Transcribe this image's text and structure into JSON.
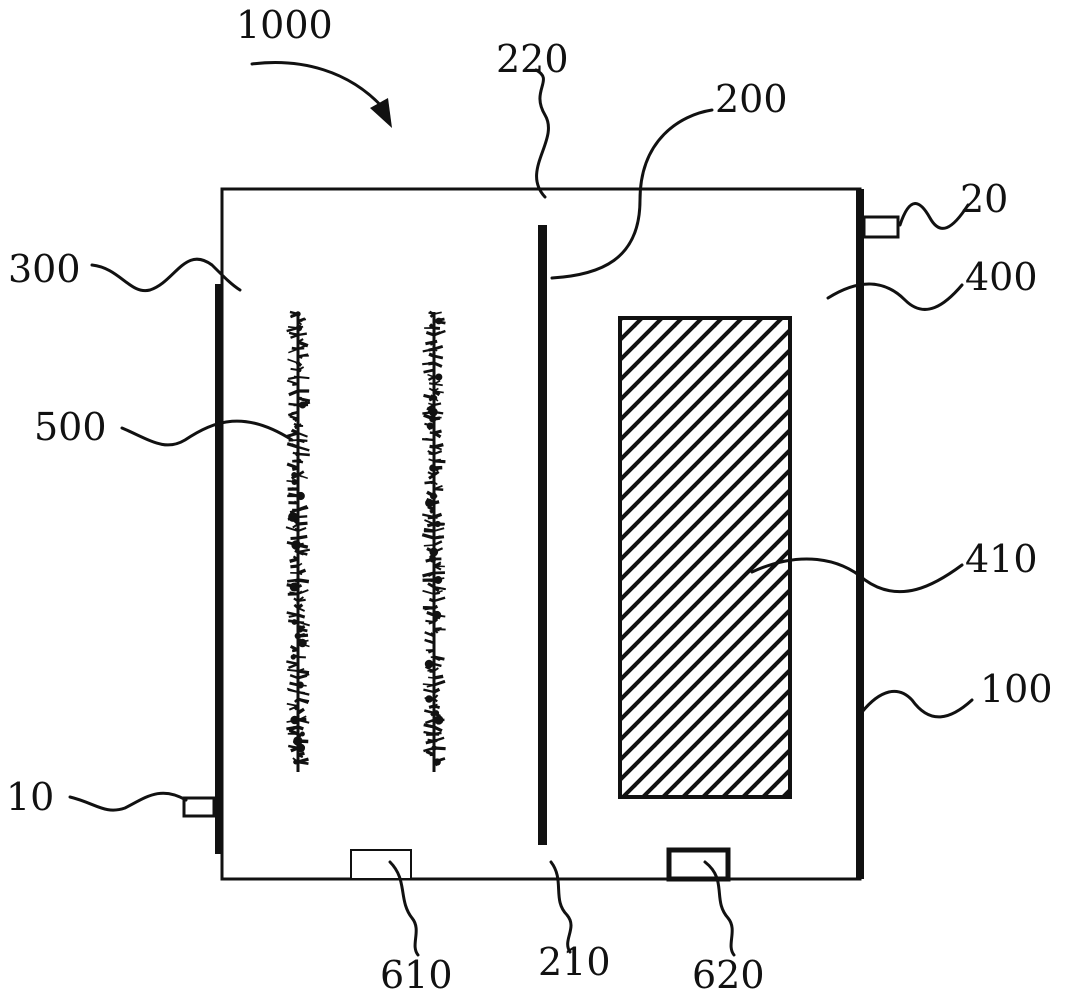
{
  "labels": {
    "device": "1000",
    "separator_top": "220",
    "separator": "200",
    "outlet": "20",
    "left_plate": "300",
    "right_chamber": "400",
    "brush_electrodes": "500",
    "packing": "410",
    "housing": "100",
    "inlet": "10",
    "port_left": "610",
    "separator_bottom": "210",
    "port_right": "620"
  },
  "colors": {
    "ink": "#111111",
    "background": "#ffffff"
  }
}
